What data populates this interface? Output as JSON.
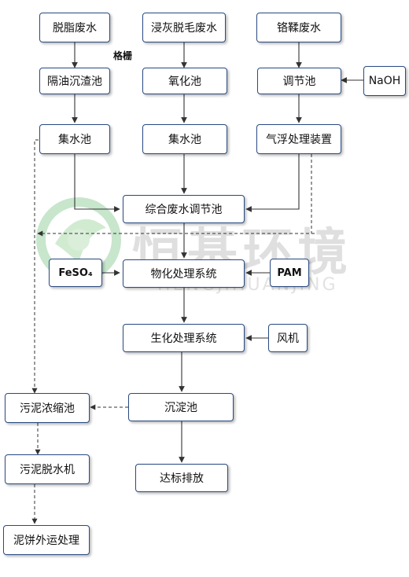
{
  "nodes": {
    "degrease_water": "脱脂废水",
    "lime_dehair_water": "浸灰脱毛废水",
    "chrome_tan_water": "铬鞣废水",
    "oil_grit_tank": "隔油沉渣池",
    "oxidation_tank": "氧化池",
    "regulation_tank": "调节池",
    "naoh": "NaOH",
    "collection_tank_1": "集水池",
    "collection_tank_2": "集水池",
    "air_flotation": "气浮处理装置",
    "integrated_regulation_tank": "综合废水调节池",
    "feso4": "FeSO₄",
    "physchem_system": "物化处理系统",
    "pam": "PAM",
    "biochem_system": "生化处理系统",
    "blower": "风机",
    "sludge_thickener": "污泥浓缩池",
    "sedimentation_tank": "沉淀池",
    "sludge_dewatering": "污泥脱水机",
    "discharge": "达标排放",
    "cake_disposal": "泥饼外运处理"
  },
  "labels": {
    "grille": "格栅"
  },
  "watermark": {
    "brand": "恒基环境",
    "pinyin": "HENGJIHUANJING"
  }
}
